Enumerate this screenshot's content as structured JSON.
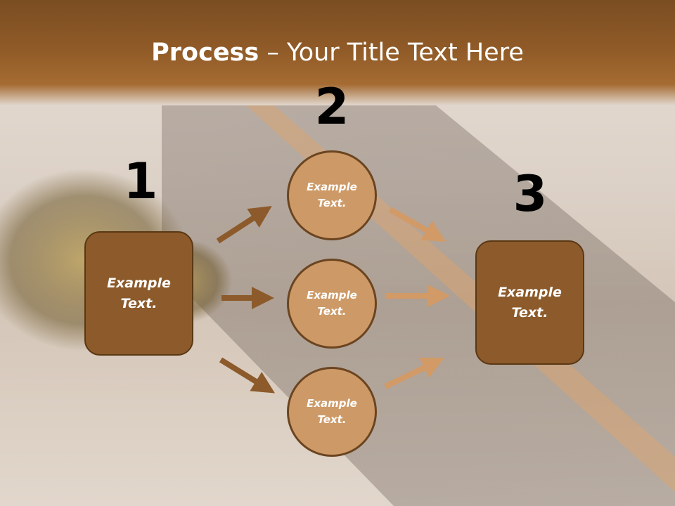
{
  "title": {
    "bold": "Process",
    "rest": " – Your Title Text Here"
  },
  "steps": [
    {
      "number": "1",
      "label": "Example Text."
    },
    {
      "number": "2",
      "labels": [
        "Example Text.",
        "Example Text.",
        "Example Text."
      ]
    },
    {
      "number": "3",
      "label": "Example Text."
    }
  ],
  "colors": {
    "header": "#8f5a27",
    "box": "#8c5a2b",
    "circle": "#cd9a67",
    "arrow_dark": "#8c5a2b",
    "arrow_light": "#d29a66"
  }
}
